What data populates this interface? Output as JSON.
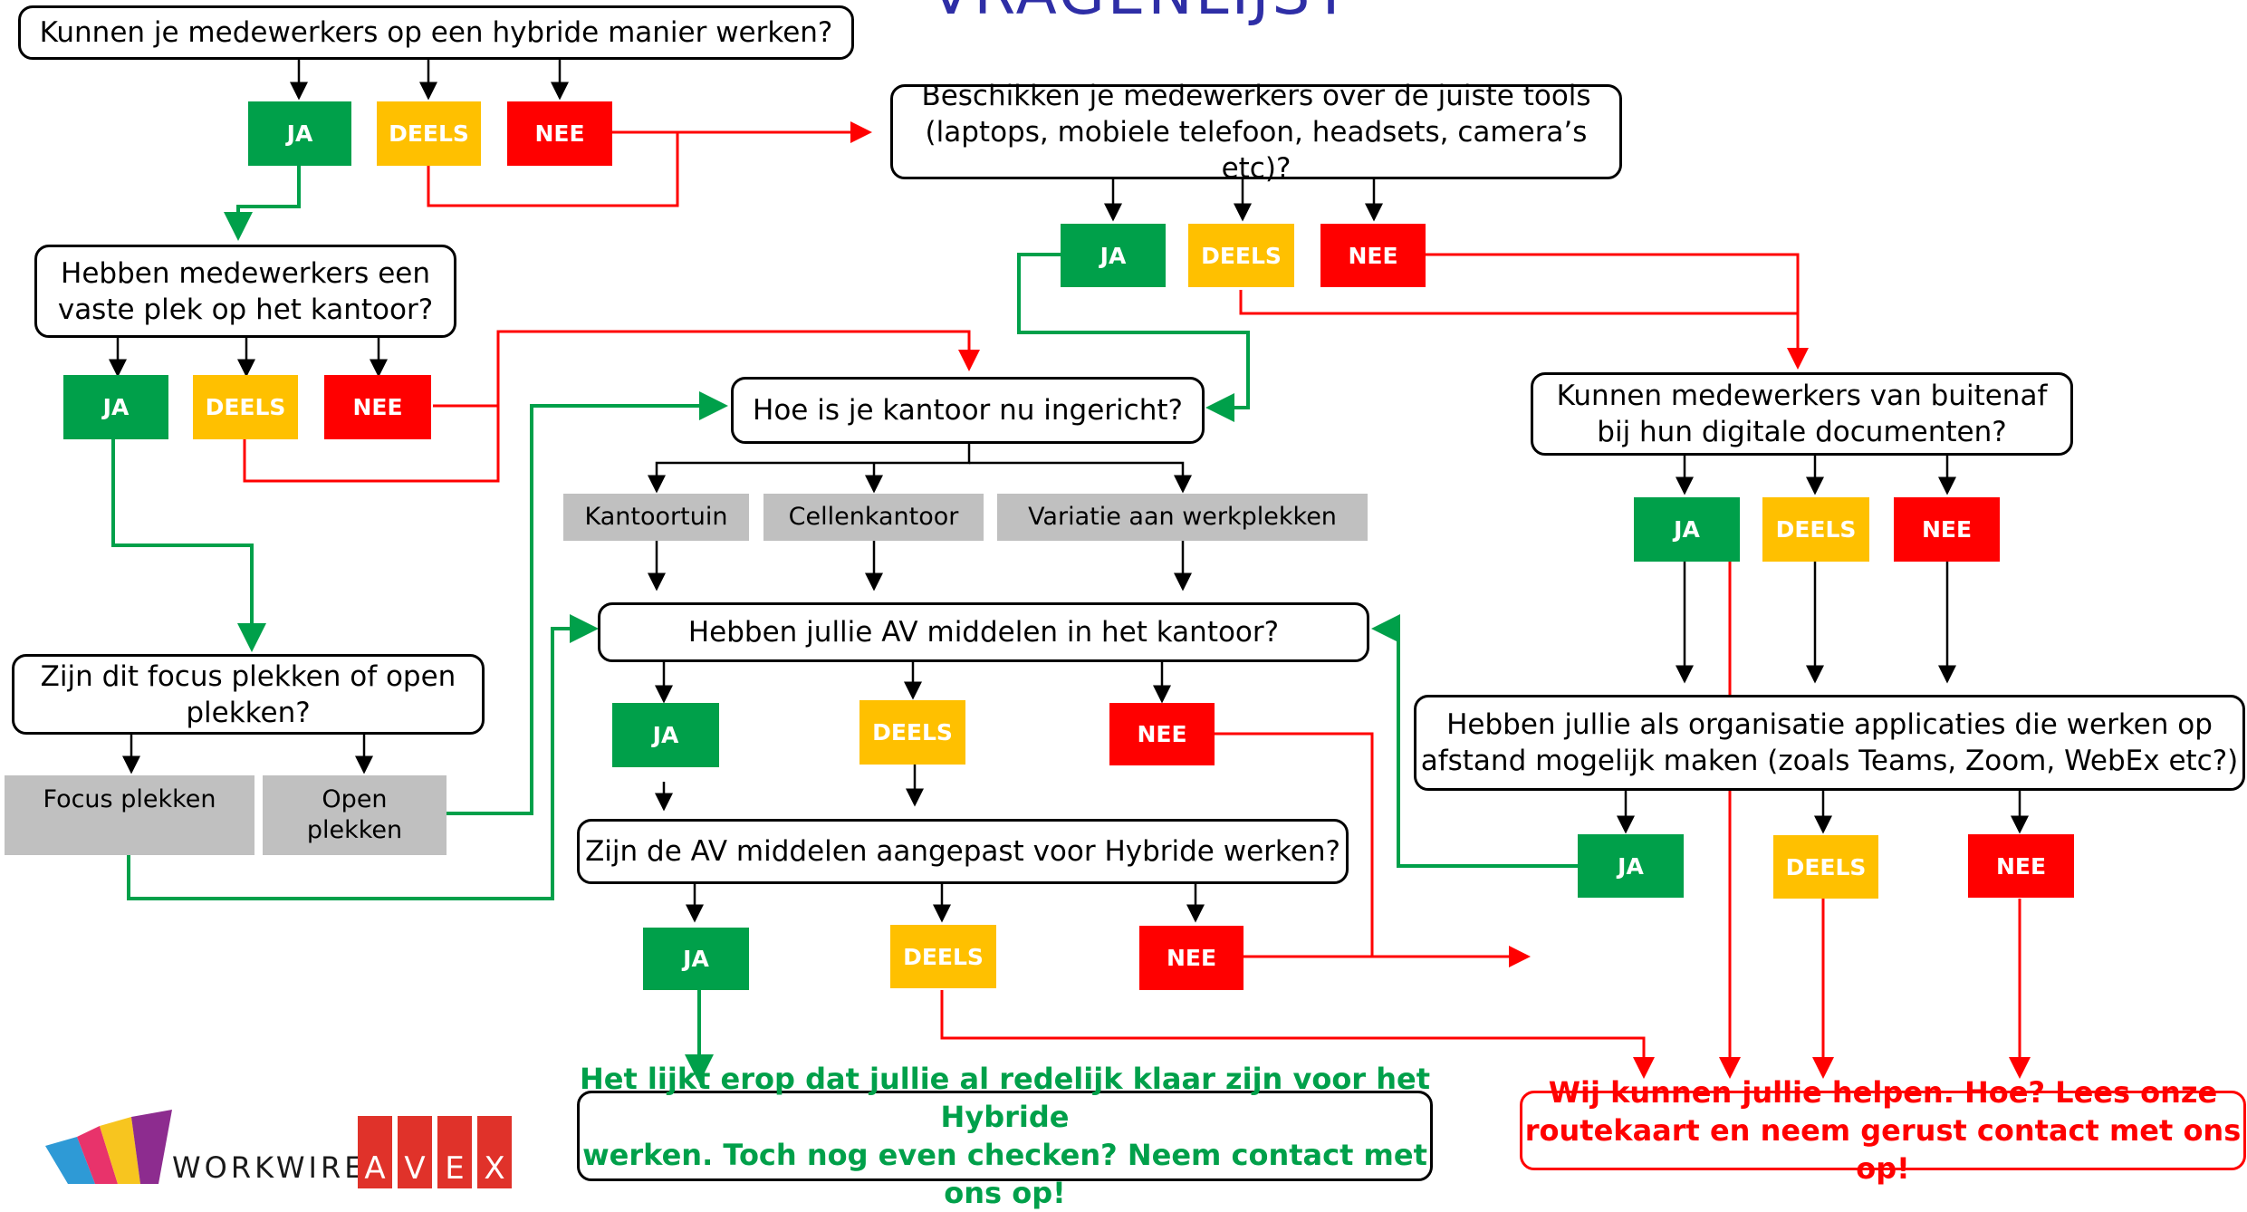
{
  "title": "VRAGENLIJST",
  "questions": {
    "q1": "Kunnen je medewerkers op een hybride manier werken?",
    "q2": "Beschikken je medewerkers over de juiste tools\n(laptops, mobiele telefoon, headsets, camera’s etc)?",
    "q3": "Hebben medewerkers een\nvaste plek op het kantoor?",
    "q4": "Hoe is je kantoor nu ingericht?",
    "q5": "Kunnen medewerkers van buitenaf\nbij hun digitale documenten?",
    "q6": "Hebben jullie AV middelen in het kantoor?",
    "q7": "Zijn dit focus plekken of open\nplekken?",
    "q8": "Hebben jullie als organisatie applicaties die werken op\nafstand mogelijk maken (zoals Teams, Zoom, WebEx etc?)",
    "q9": "Zijn de AV middelen aangepast voor Hybride werken?"
  },
  "answers": {
    "ja": "JA",
    "deels": "DEELS",
    "nee": "NEE"
  },
  "options": {
    "kantoortuin": "Kantoortuin",
    "cellenkantoor": "Cellenkantoor",
    "variatie": "Variatie aan werkplekken",
    "focus": "Focus plekken",
    "open": "Open\nplekken"
  },
  "outcomes": {
    "ready": "Het lijkt erop dat jullie al redelijk klaar zijn voor het Hybride\nwerken. Toch nog even checken? Neem contact met ons op!",
    "help": "Wij kunnen jullie helpen. Hoe? Lees onze\nroutekaart en neem gerust contact met ons op!"
  },
  "logos": {
    "workwire": "WORKWIRE",
    "avex": [
      "A",
      "V",
      "E",
      "X"
    ]
  },
  "colors": {
    "ja": "#00a04a",
    "deels": "#ffc000",
    "nee": "#ff0000",
    "option": "#c0c0c0",
    "title": "#2e2ea6"
  }
}
